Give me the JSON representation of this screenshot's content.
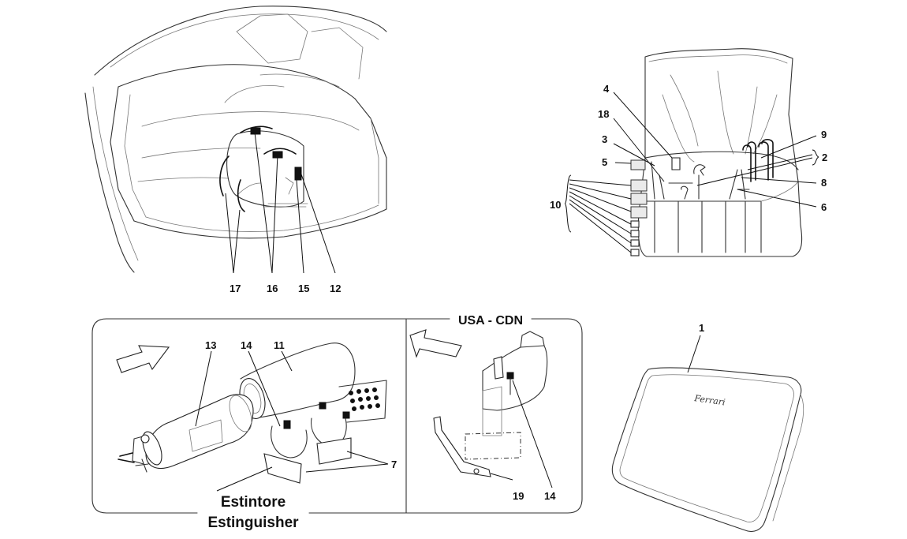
{
  "diagram": {
    "top_left_callouts": [
      "17",
      "16",
      "15",
      "12"
    ],
    "top_right_callouts": [
      "4",
      "18",
      "3",
      "5",
      "10",
      "9",
      "2",
      "8",
      "6"
    ],
    "bottom_left_callouts": [
      "13",
      "14",
      "11",
      "7"
    ],
    "inset_title": "USA - CDN",
    "inset_callouts": [
      "19",
      "14"
    ],
    "caption_line1": "Estintore",
    "caption_line2": "Estinguisher",
    "bottom_right_callouts": [
      "1"
    ],
    "case_logo": "Ferrari",
    "colors": {
      "line": "#333333",
      "ink": "#111111",
      "background": "#ffffff"
    }
  }
}
